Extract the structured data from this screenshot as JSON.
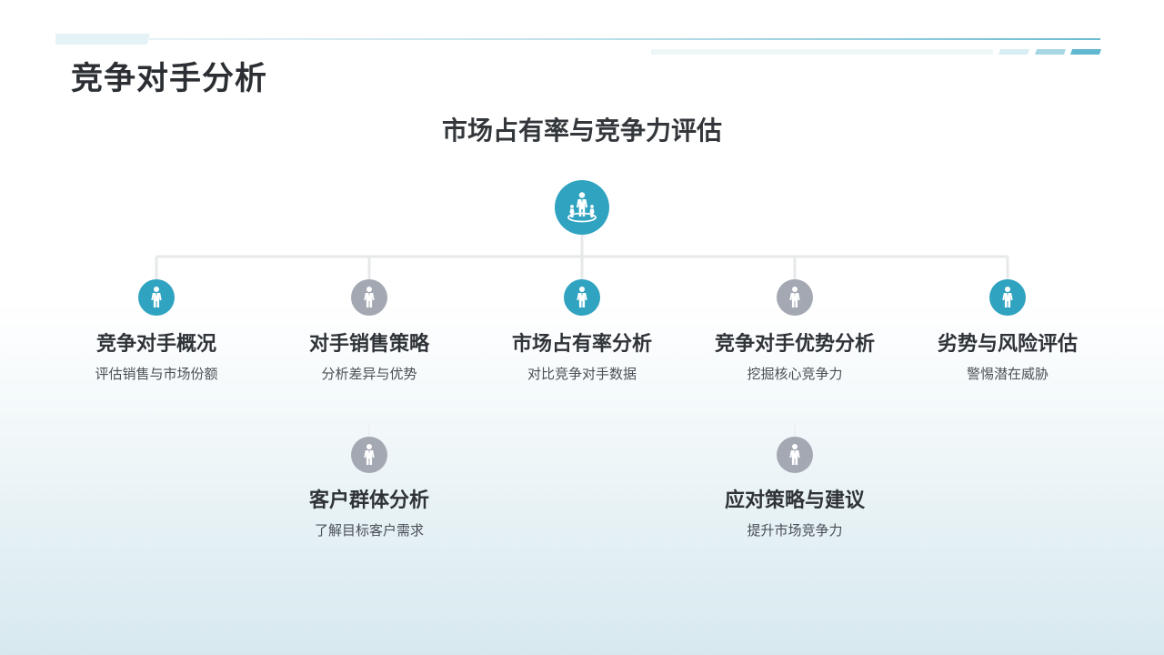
{
  "page": {
    "title": "竞争对手分析"
  },
  "diagram": {
    "title": "市场占有率与竞争力评估",
    "colors": {
      "teal": "#2fa3c0",
      "gray": "#a3a8b2",
      "connector": "#e6e8ea"
    },
    "root": {
      "icon": "businessman-group-icon",
      "color": "#2fa3c0"
    },
    "nodes": [
      {
        "title": "竞争对手概况",
        "subtitle": "评估销售与市场份额",
        "color": "#2fa3c0",
        "icon": "businessman-icon"
      },
      {
        "title": "对手销售策略",
        "subtitle": "分析差异与优势",
        "color": "#a3a8b2",
        "icon": "businessman-icon"
      },
      {
        "title": "市场占有率分析",
        "subtitle": "对比竞争对手数据",
        "color": "#2fa3c0",
        "icon": "businessman-icon"
      },
      {
        "title": "竞争对手优势分析",
        "subtitle": "挖掘核心竞争力",
        "color": "#a3a8b2",
        "icon": "businessman-icon"
      },
      {
        "title": "劣势与风险评估",
        "subtitle": "警惕潜在威胁",
        "color": "#2fa3c0",
        "icon": "businessman-icon"
      }
    ],
    "children": [
      {
        "title": "客户群体分析",
        "subtitle": "了解目标客户需求",
        "color": "#a3a8b2",
        "icon": "businessman-icon"
      },
      {
        "title": "应对策略与建议",
        "subtitle": "提升市场竞争力",
        "color": "#a3a8b2",
        "icon": "businessman-icon"
      }
    ]
  }
}
